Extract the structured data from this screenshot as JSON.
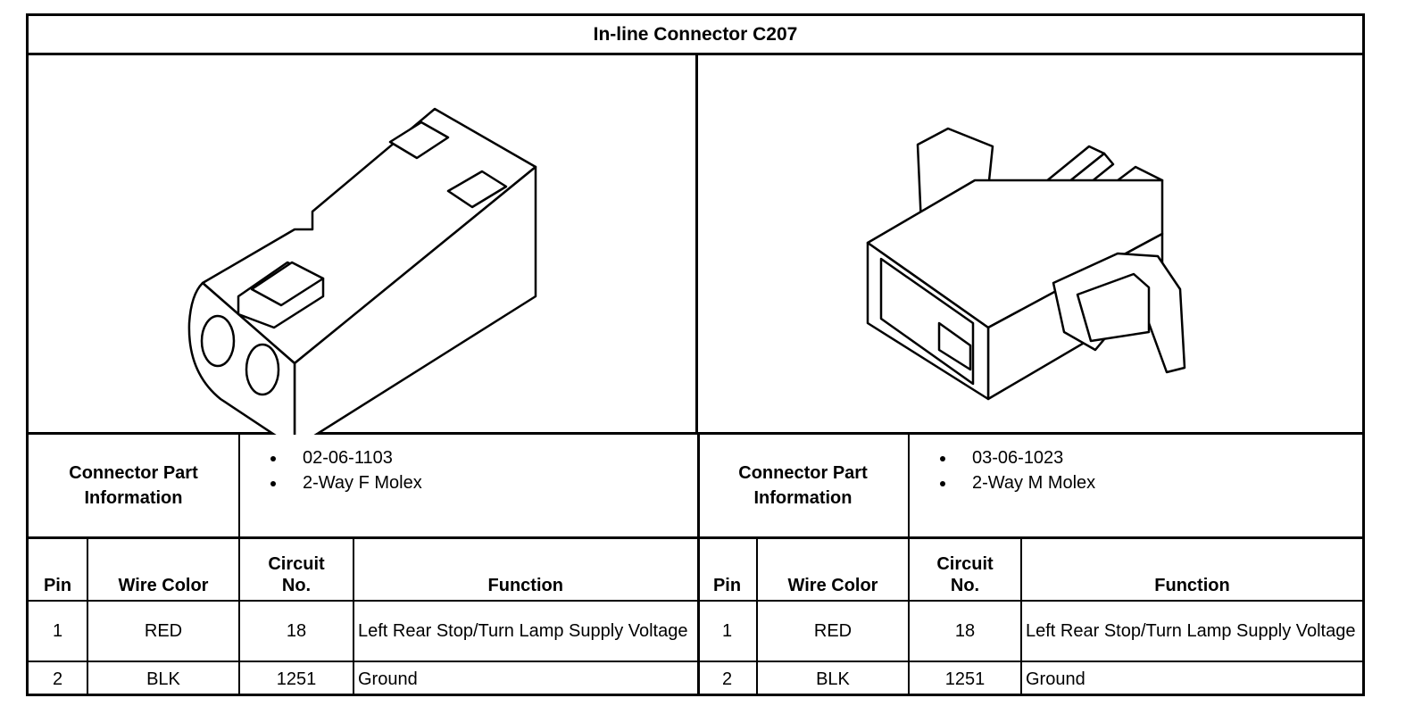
{
  "title": "In-line Connector C207",
  "connectors": [
    {
      "side": "left",
      "part_info_label": "Connector Part Information",
      "part_info_items": [
        "02-06-1103",
        "2-Way F Molex"
      ],
      "headers": {
        "pin": "Pin",
        "wire_color": "Wire Color",
        "circuit_no": "Circuit No.",
        "function": "Function"
      },
      "rows": [
        {
          "pin": "1",
          "wire_color": "RED",
          "circuit_no": "18",
          "function": "Left Rear Stop/Turn Lamp Supply Voltage"
        },
        {
          "pin": "2",
          "wire_color": "BLK",
          "circuit_no": "1251",
          "function": "Ground"
        }
      ]
    },
    {
      "side": "right",
      "part_info_label": "Connector Part Information",
      "part_info_items": [
        "03-06-1023",
        "2-Way M Molex"
      ],
      "headers": {
        "pin": "Pin",
        "wire_color": "Wire Color",
        "circuit_no": "Circuit No.",
        "function": "Function"
      },
      "rows": [
        {
          "pin": "1",
          "wire_color": "RED",
          "circuit_no": "18",
          "function": "Left Rear Stop/Turn Lamp Supply Voltage"
        },
        {
          "pin": "2",
          "wire_color": "BLK",
          "circuit_no": "1251",
          "function": "Ground"
        }
      ]
    }
  ],
  "drawing_icons": [
    "female-connector-illustration",
    "male-connector-illustration"
  ]
}
